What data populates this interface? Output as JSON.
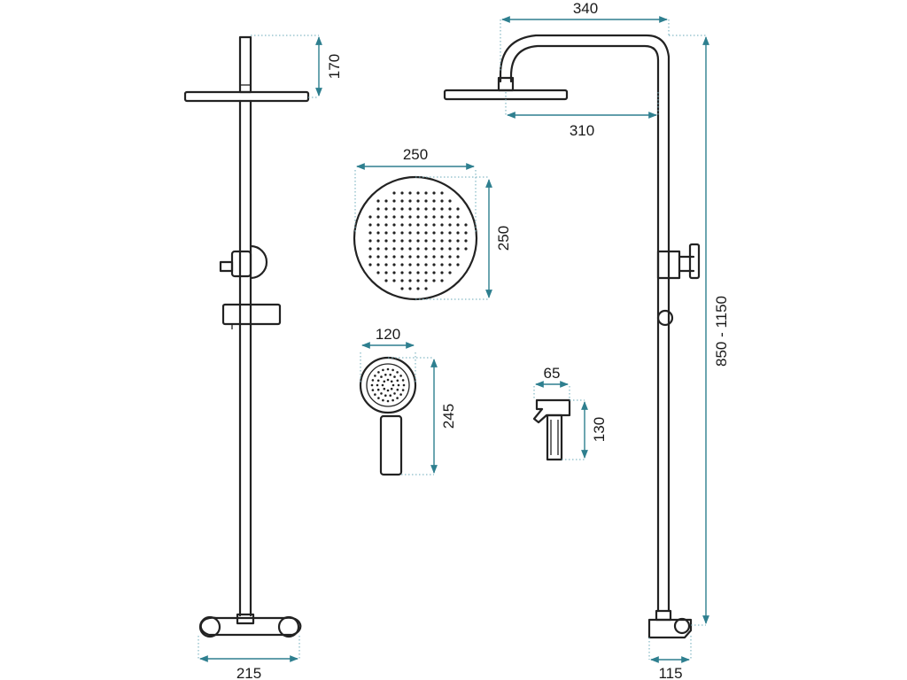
{
  "dimensions": {
    "left_head_height": "170",
    "left_base_width": "215",
    "top_arm_total": "340",
    "top_arm_reach": "310",
    "head_width": "250",
    "head_height": "250",
    "hand_width": "120",
    "hand_height": "245",
    "bidet_width": "65",
    "bidet_height": "130",
    "column_height": "850 - 1150",
    "right_base_width": "115"
  },
  "colors": {
    "dimension_line": "#2e7f8f",
    "outline": "#222222"
  }
}
